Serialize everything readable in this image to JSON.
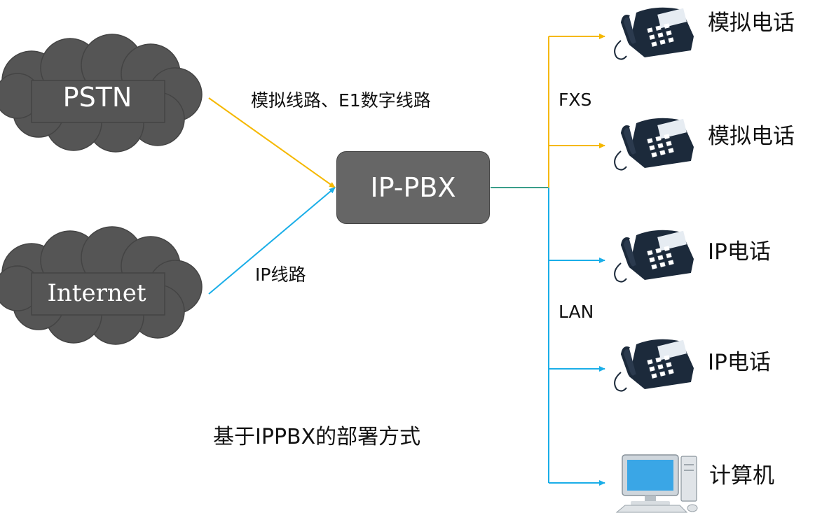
{
  "nodes": {
    "pstn": "PSTN",
    "internet": "Internet",
    "pbx": "IP-PBX"
  },
  "edge_labels": {
    "pstn_link": "模拟线路、E1数字线路",
    "ip_link": "IP线路",
    "fxs": "FXS",
    "lan": "LAN"
  },
  "endpoints": {
    "analog_phone_1": "模拟电话",
    "analog_phone_2": "模拟电话",
    "ip_phone_1": "IP电话",
    "ip_phone_2": "IP电话",
    "computer": "计算机"
  },
  "caption": "基于IPPBX的部署方式",
  "colors": {
    "analog_line": "#F5B800",
    "ip_line": "#1AAEE8",
    "trunk": "#3A9E8A",
    "cloud": "#555555",
    "pbx": "#666666"
  }
}
